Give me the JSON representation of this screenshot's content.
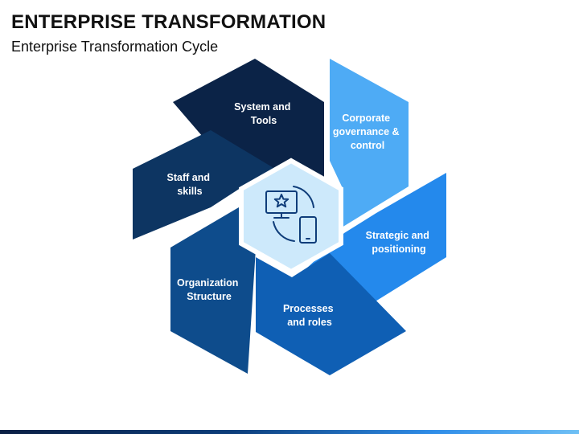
{
  "header": {
    "title": "ENTERPRISE TRANSFORMATION",
    "subtitle": "Enterprise Transformation Cycle"
  },
  "colors": {
    "system_tools": "#0b2347",
    "staff_skills": "#0d3562",
    "organization": "#0e4c8c",
    "processes": "#0f5fb4",
    "strategic": "#2489ec",
    "corporate": "#4eabf5",
    "center_fill": "#cde9fb",
    "center_stroke": "#ffffff",
    "icon": "#0f3d7a"
  },
  "segments": [
    {
      "id": "system",
      "lines": [
        "System and",
        "Tools"
      ]
    },
    {
      "id": "corporate",
      "lines": [
        "Corporate",
        "governance &",
        "control"
      ]
    },
    {
      "id": "strategic",
      "lines": [
        "Strategic and",
        "positioning"
      ]
    },
    {
      "id": "processes",
      "lines": [
        "Processes",
        "and roles"
      ]
    },
    {
      "id": "organization",
      "lines": [
        "Organization",
        "Structure"
      ]
    },
    {
      "id": "staff",
      "lines": [
        "Staff and",
        "skills"
      ]
    }
  ],
  "center": {
    "icon": "devices-icon"
  }
}
